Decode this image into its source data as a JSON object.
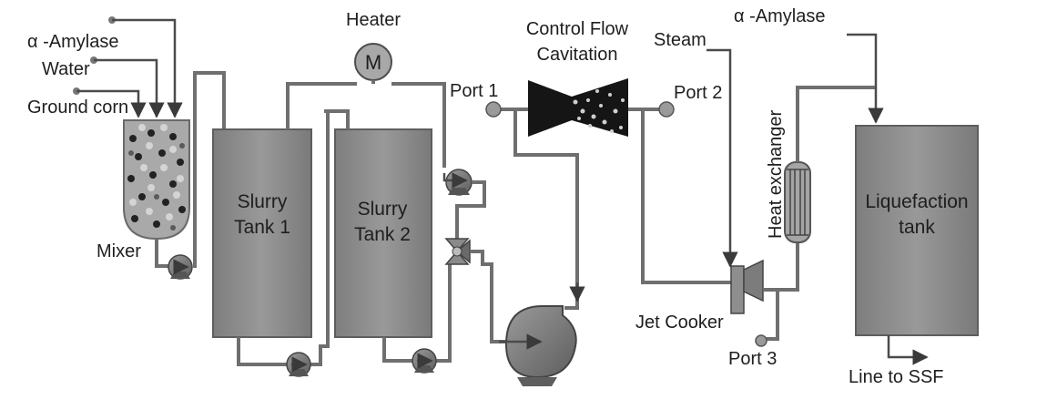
{
  "inputs": {
    "alpha_amylase_left": "α -Amylase",
    "water": "Water",
    "ground_corn": "Ground corn"
  },
  "equipment": {
    "mixer": "Mixer",
    "heater": "Heater",
    "heater_symbol": "M",
    "slurry_tank_1_line1": "Slurry",
    "slurry_tank_1_line2": "Tank 1",
    "slurry_tank_2_line1": "Slurry",
    "slurry_tank_2_line2": "Tank 2",
    "cavitation_line1": "Control Flow",
    "cavitation_line2": "Cavitation",
    "jet_cooker": "Jet Cooker",
    "heat_exchanger": "Heat exchanger",
    "liquefaction_line1": "Liquefaction",
    "liquefaction_line2": "tank"
  },
  "ports": {
    "port1": "Port 1",
    "port2": "Port 2",
    "port3": "Port 3"
  },
  "streams": {
    "steam": "Steam",
    "alpha_amylase_right": "α -Amylase",
    "line_to_ssf": "Line to SSF"
  },
  "colors": {
    "tank_fill": "#8c8c8c",
    "pipe": "#6f6f6f",
    "cavitation_body": "#1a1a1a",
    "background": "#ffffff"
  }
}
